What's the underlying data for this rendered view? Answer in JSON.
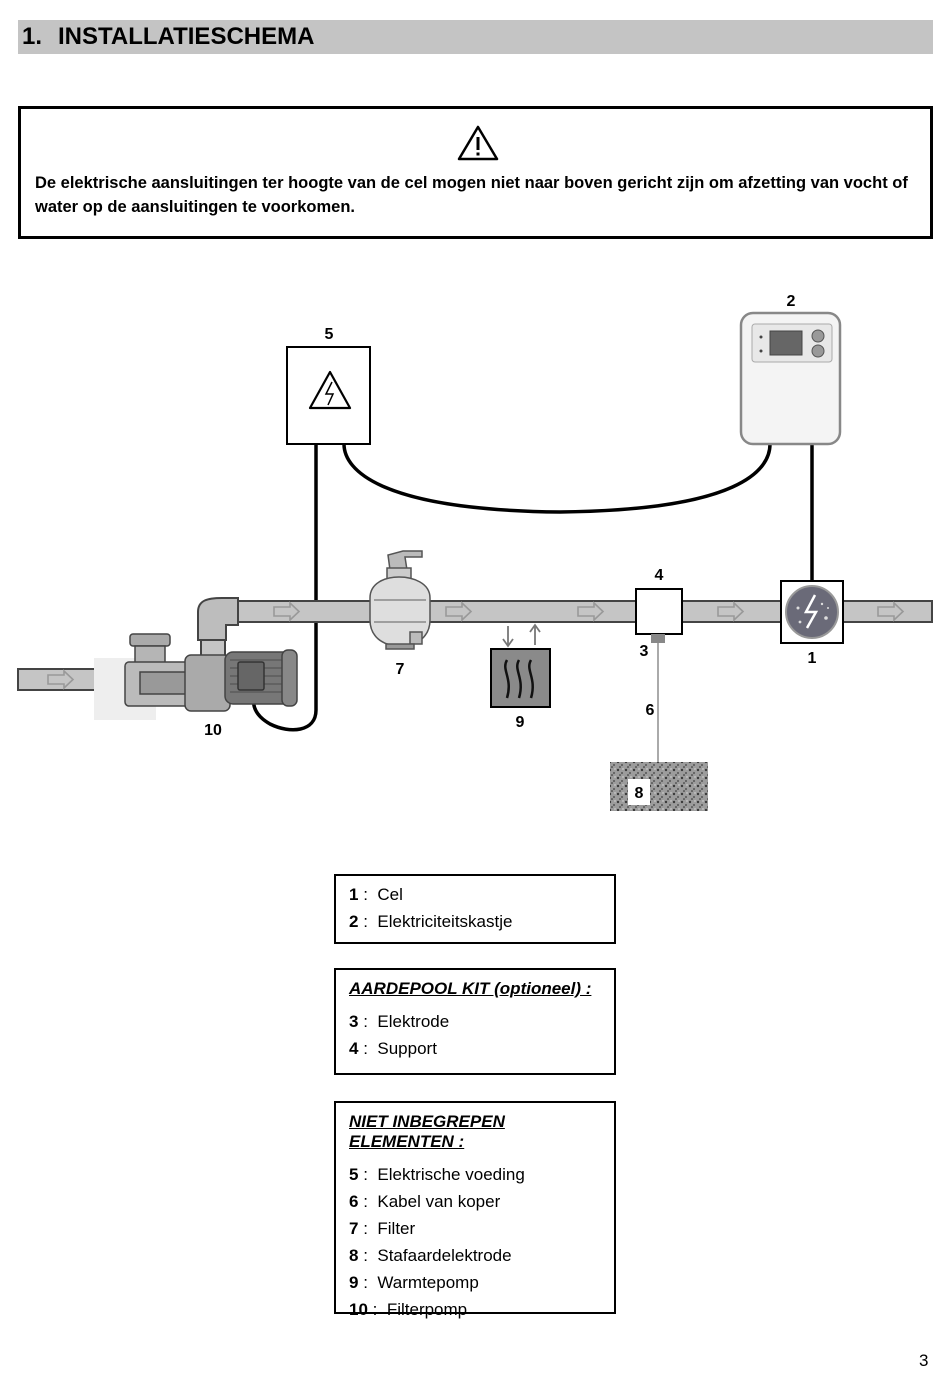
{
  "section": {
    "number": "1.",
    "title": "INSTALLATIESCHEMA"
  },
  "warning": {
    "icon": "warning-triangle-icon",
    "text": "De elektrische aansluitingen ter hoogte van de cel mogen niet naar boven gericht zijn om afzetting van vocht of water op de aansluitingen te voorkomen."
  },
  "diagram": {
    "labels": {
      "l1": "1",
      "l2": "2",
      "l3": "3",
      "l4": "4",
      "l5": "5",
      "l6": "6",
      "l7": "7",
      "l8": "8",
      "l9": "9",
      "l10": "10"
    }
  },
  "legend_main": {
    "items": [
      {
        "num": "1",
        "sep": " :  ",
        "text": "Cel"
      },
      {
        "num": "2",
        "sep": " :  ",
        "text": "Elektriciteitskastje"
      }
    ]
  },
  "legend_kit": {
    "title": "AARDEPOOL KIT (optioneel) :",
    "items": [
      {
        "num": "3",
        "sep": " :  ",
        "text": "Elektrode"
      },
      {
        "num": "4",
        "sep": " :  ",
        "text": "Support"
      }
    ]
  },
  "legend_not_included": {
    "title": "NIET INBEGREPEN ELEMENTEN :",
    "items": [
      {
        "num": "5",
        "sep": " :  ",
        "text": "Elektrische voeding"
      },
      {
        "num": "6",
        "sep": " :  ",
        "text": "Kabel van koper"
      },
      {
        "num": "7",
        "sep": " :  ",
        "text": "Filter"
      },
      {
        "num": "8",
        "sep": " :  ",
        "text": "Stafaardelektrode"
      },
      {
        "num": "9",
        "sep": " :  ",
        "text": "Warmtepomp"
      },
      {
        "num": "10",
        "sep": " :  ",
        "text": "Filterpomp"
      }
    ]
  },
  "page_number": "3"
}
